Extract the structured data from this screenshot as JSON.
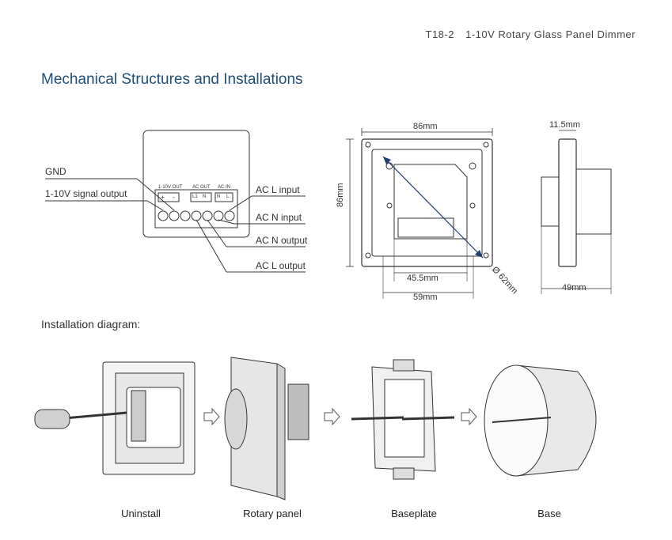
{
  "header": {
    "model": "T18-2",
    "product": "1-10V Rotary Glass Panel Dimmer"
  },
  "section_title": "Mechanical Structures and Installations",
  "wiring": {
    "left_labels": [
      "GND",
      "1-10V signal output"
    ],
    "right_labels": [
      "AC L input",
      "AC N input",
      "AC N output",
      "AC L output"
    ],
    "terminal_headers": [
      "1-10V OUT",
      "AC OUT",
      "AC IN"
    ],
    "terminal_marks": [
      "+",
      "-",
      "L1",
      "N",
      "N",
      "L"
    ]
  },
  "front_view": {
    "width": "86mm",
    "height": "86mm",
    "inner1": "45.5mm",
    "inner2": "59mm",
    "diameter": "Ø 62mm"
  },
  "side_view": {
    "depth_top": "11.5mm",
    "depth_bottom": "49mm"
  },
  "installation": {
    "title": "Installation diagram:",
    "steps": [
      "Uninstall",
      "Rotary panel",
      "Baseplate",
      "Base"
    ]
  },
  "colors": {
    "title_blue": "#1f4e79",
    "line": "#333333",
    "dim_blue": "#1f3f6e"
  }
}
